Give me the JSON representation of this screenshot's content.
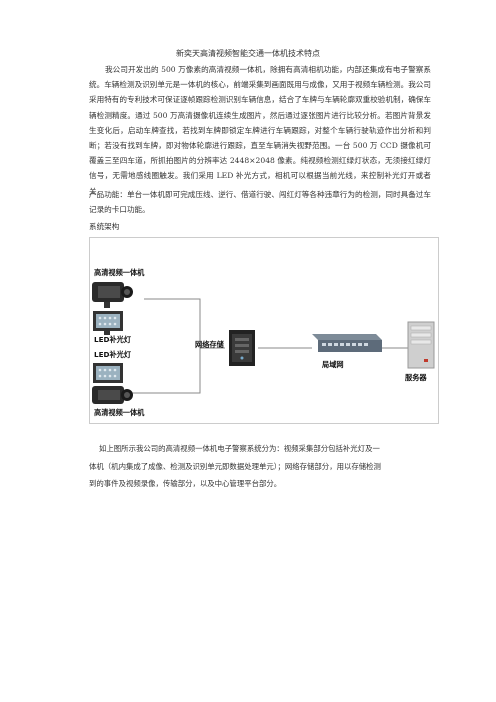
{
  "doc": {
    "title": "新奕天高清视频智能交通一体机技术特点",
    "intro": "我公司开发出的 500 万像素的高清视频一体机，除拥有高清相机功能，内部还集成有电子警察系统。车辆检测及识别单元是一体机的核心，前端采集到画面既用与成像，又用于视频车辆检测。我公司采用特有的专利技术可保证逐帧跟踪检测识别车辆信息，结合了车牌与车辆轮廓双重校验机制，确保车辆检测精度。通过 500 万高清摄像机连续生成图片，然后通过逐张图片进行比较分析。若图片背景发生变化后，启动车牌查找，若找到车牌即锁定车牌进行车辆跟踪，对整个车辆行驶轨迹作出分析和判断；若没有找到车牌，即对物体轮廓进行跟踪，直至车辆消失视野范围。一台 500 万 CCD 摄像机可覆盖三至四车道，所抓拍图片的分辨率达 2448×2048 像素。纯视频检测红绿灯状态，无须接红绿灯信号，无需地感线圈触发。我们采用 LED 补光方式，相机可以根据当前光线，来控制补光灯开或者关。",
    "function_text": "产品功能：单台一体机即可完成压线、逆行、借道行驶、闯红灯等各种违章行为的检测，同时具备过车记录的卡口功能。",
    "arch_label": "系统架构",
    "closing_line1": "如上图所示我公司的高清视频一体机电子警察系统分为：视频采集部分包括补光灯及一",
    "closing_line2": "体机（机内集成了成像、检测及识别单元即数据处理单元）；网络存储部分，用以存储检测",
    "closing_line3": "到的事件及视频录像，传输部分，以及中心管理平台部分。"
  },
  "diagram": {
    "camera_top": "高清视频一体机",
    "led1": "LED补光灯",
    "led2": "LED补光灯",
    "camera_bottom": "高清视频一体机",
    "storage": "网络存储",
    "lan": "局域网",
    "server": "服务器",
    "colors": {
      "line": "#8a8a8a",
      "device_dark": "#2a2a2a",
      "switch": "#5d6b7a",
      "server": "#cfcfcf",
      "server_led": "#c0392b"
    }
  }
}
